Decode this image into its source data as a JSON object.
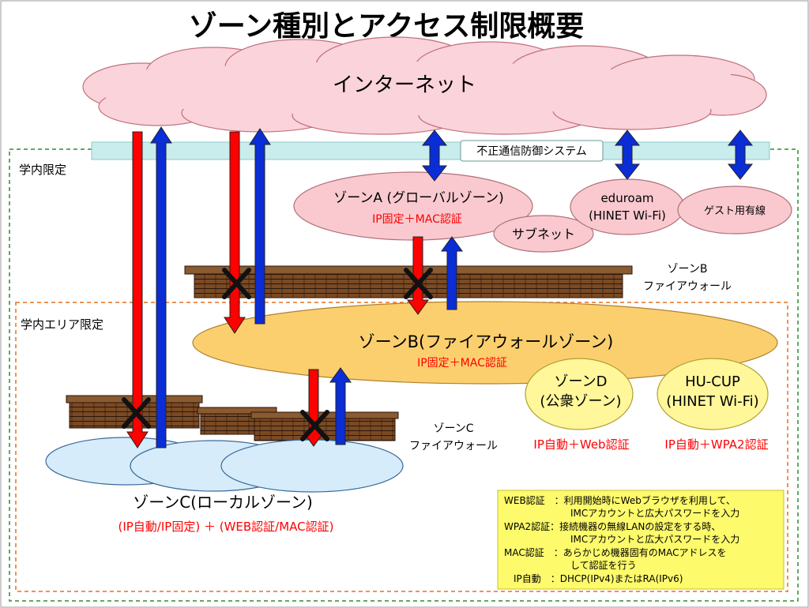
{
  "title": "ゾーン種別とアクセス制限概要",
  "internet": {
    "label": "インターネット"
  },
  "ips": {
    "label": "不正通信防御システム"
  },
  "areas": {
    "campus": "学内限定",
    "campus_area": "学内エリア限定"
  },
  "zones": {
    "zone_a": {
      "name": "ゾーンA (グローバルゾーン)",
      "auth": "IP固定＋MAC認証"
    },
    "subnet": "サブネット",
    "eduroam": {
      "line1": "eduroam",
      "line2": "(HINET Wi-Fi)"
    },
    "guest": "ゲスト用有線",
    "zone_b": {
      "name": "ゾーンB(ファイアウォールゾーン)",
      "auth": "IP固定＋MAC認証"
    },
    "zone_d": {
      "line1": "ゾーンD",
      "line2": "(公衆ゾーン)",
      "auth": "IP自動＋Web認証"
    },
    "hucup": {
      "line1": "HU-CUP",
      "line2": "(HINET Wi-Fi)",
      "auth": "IP自動＋WPA2認証"
    },
    "zone_c": {
      "name": "ゾーンC(ローカルゾーン)",
      "auth": "(IP自動/IP固定) ＋ (WEB認証/MAC認証)"
    }
  },
  "firewalls": {
    "fw_b": {
      "line1": "ゾーンB",
      "line2": "ファイアウォール"
    },
    "fw_c": {
      "line1": "ゾーンC",
      "line2": "ファイアウォール"
    }
  },
  "legend": {
    "lines": [
      "WEB認証　：利用開始時にWebブラウザを利用して、",
      "　　　　　　　IMCアカウントと広大パスワードを入力",
      "WPA2認証：接続機器の無線LANの設定をする時、",
      "　　　　　　　IMCアカウントと広大パスワードを入力",
      "MAC認証　：あらかじめ機器固有のMACアドレスを",
      "　　　　　　　して認証を行う",
      "　IP自動　：DHCP(IPv4)またはRA(IPv6)"
    ]
  },
  "colors": {
    "internet_fill": "#fbd3da",
    "zone_pink": "#f9c9cf",
    "zone_b_fill": "#fccf6e",
    "zone_d_fill": "#fff79a",
    "zone_c_fill": "#d6ecfa",
    "ips_fill": "#c9ecec",
    "legend_fill": "#fdfa6b",
    "arrow_red": "#ff0000",
    "arrow_blue": "#0a2dd6",
    "auth_red": "#ff0000",
    "firewall": "#6b4322",
    "campus_border": "#2e8b2e",
    "area_border": "#e8701a"
  }
}
